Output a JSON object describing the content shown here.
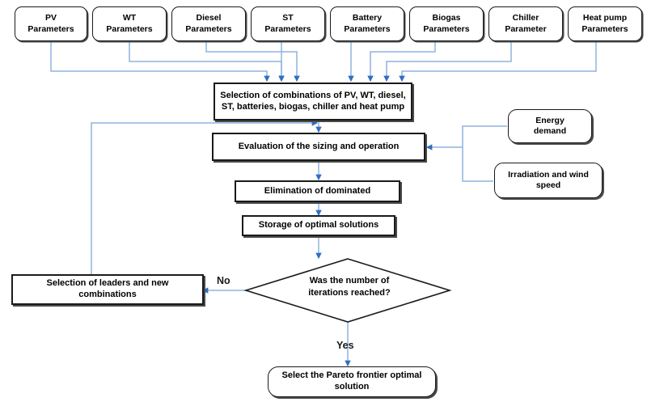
{
  "diagram": {
    "title": "Optimization flowchart for sizing and operation of a multi-energy system",
    "colors": {
      "connector": "#8fb4de",
      "arrowhead": "#2f6fc0",
      "node_border": "#1a1a1a",
      "node_shadow": "#4a4a4a",
      "background": "#ffffff"
    }
  },
  "parameters": [
    {
      "id": "pv",
      "label": "PV\nParameters"
    },
    {
      "id": "wt",
      "label": "WT\nParameters"
    },
    {
      "id": "diesel",
      "label": "Diesel\nParameters"
    },
    {
      "id": "st",
      "label": "ST\nParameters"
    },
    {
      "id": "battery",
      "label": "Battery\nParameters"
    },
    {
      "id": "biogas",
      "label": "Biogas\nParameters"
    },
    {
      "id": "chiller",
      "label": "Chiller\nParameter"
    },
    {
      "id": "heatpump",
      "label": "Heat pump\nParameters"
    }
  ],
  "process": {
    "selection_combinations": "Selection of combinations of PV, WT, diesel, ST, batteries, biogas, chiller and heat pump",
    "evaluation": "Evaluation of the sizing and operation",
    "elimination": "Elimination of dominated",
    "storage": "Storage of optimal solutions",
    "selection_leaders": "Selection of leaders and new combinations",
    "final": "Select the Pareto frontier optimal solution"
  },
  "decision": {
    "question": "Was the number of\niterations reached?",
    "no_label": "No",
    "yes_label": "Yes"
  },
  "inputs": {
    "energy_demand": "Energy\ndemand",
    "irradiation_wind": "Irradiation and wind\nspeed"
  }
}
